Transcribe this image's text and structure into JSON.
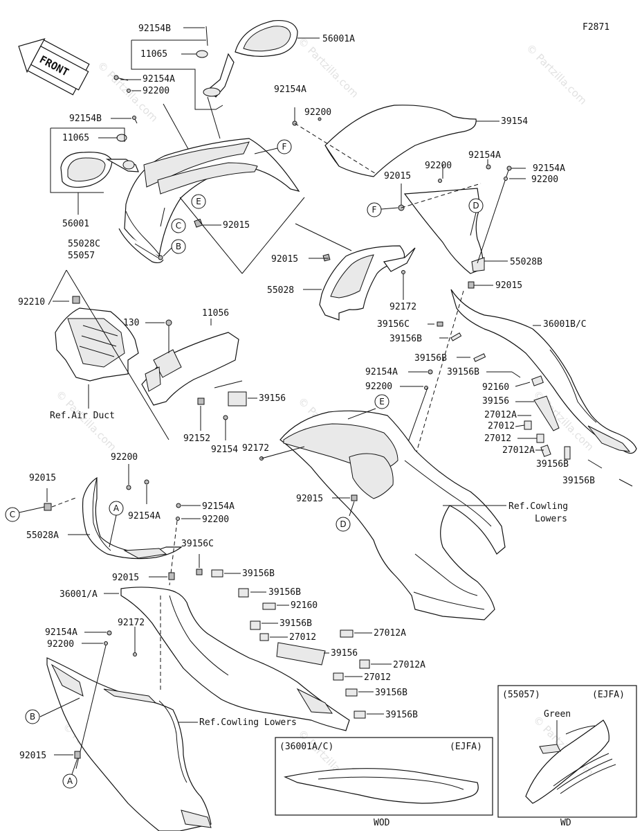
{
  "figure_code": "F2871",
  "front_arrow": "FRONT",
  "watermark": "© Partzilla.com",
  "labels": {
    "l_92154B_top": "92154B",
    "l_56001A": "56001A",
    "l_11065_top": "11065",
    "l_92154A_tl": "92154A",
    "l_92200_tl": "92200",
    "l_92154B_l": "92154B",
    "l_11065_l": "11065",
    "l_56001": "56001",
    "l_55028C": "55028C",
    "l_55057": "55057",
    "l_92015_c": "92015",
    "l_92154A_mid": "92154A",
    "l_92200_mid": "92200",
    "l_39154": "39154",
    "l_92154A_r1": "92154A",
    "l_92154A_r2": "92154A",
    "l_92200_r1": "92200",
    "l_92200_r2": "92200",
    "l_92015_f": "92015",
    "l_55028B": "55028B",
    "l_92015_m2": "92015",
    "l_55028": "55028",
    "l_92172_m": "92172",
    "l_92015_r": "92015",
    "l_39156C_r": "39156C",
    "l_36001BC": "36001B/C",
    "l_39156B_r1": "39156B",
    "l_39156B_r2": "39156B",
    "l_39156B_r3": "39156B",
    "l_92154A_ctr": "92154A",
    "l_92200_ctr": "92200",
    "l_92160_r": "92160",
    "l_39156_r": "39156",
    "l_27012A_r1": "27012A",
    "l_27012_r": "27012",
    "l_27012A_r2": "27012A",
    "l_39156B_r4": "39156B",
    "l_39156B_r5": "39156B",
    "l_92210": "92210",
    "l_130": "130",
    "l_11056": "11056",
    "l_39156_ctr": "39156",
    "l_ref_air_duct": "Ref.Air Duct",
    "l_92152": "92152",
    "l_92154": "92154",
    "l_92172_ctr": "92172",
    "l_92015_ctr": "92015",
    "l_ref_cowling_lowers_r": "Ref.Cowling",
    "l_ref_cowling_lowers_r2": "Lowers",
    "l_92200_bl": "92200",
    "l_92015_bl": "92015",
    "l_92154A_bl": "92154A",
    "l_55028A": "55028A",
    "l_92154A_bm": "92154A",
    "l_92200_bm": "92200",
    "l_39156C_bm": "39156C",
    "l_92015_bm": "92015",
    "l_36001A": "36001/A",
    "l_39156B_b1": "39156B",
    "l_39156B_b2": "39156B",
    "l_92160_b": "92160",
    "l_39156B_b3": "39156B",
    "l_27012_b1": "27012",
    "l_39156_b": "39156",
    "l_27012A_b1": "27012A",
    "l_27012A_b2": "27012A",
    "l_27012_b2": "27012",
    "l_39156B_b4": "39156B",
    "l_39156B_b5": "39156B",
    "l_92154A_bll": "92154A",
    "l_92172_bll": "92172",
    "l_92200_bll": "92200",
    "l_ref_cowling_lowers_b": "Ref.Cowling Lowers",
    "l_92015_bll2": "92015"
  },
  "callouts": {
    "c_A1": "A",
    "c_A2": "A",
    "c_B1": "B",
    "c_B2": "B",
    "c_C1": "C",
    "c_C2": "C",
    "c_D1": "D",
    "c_D2": "D",
    "c_E1": "E",
    "c_E2": "E",
    "c_F1": "F",
    "c_F2": "F"
  },
  "inset_wod": {
    "code": "(36001A/C)",
    "variant": "(EJFA)",
    "caption": "WOD"
  },
  "inset_wd": {
    "code": "(55057)",
    "variant": "(EJFA)",
    "note": "Green",
    "caption": "WD"
  }
}
